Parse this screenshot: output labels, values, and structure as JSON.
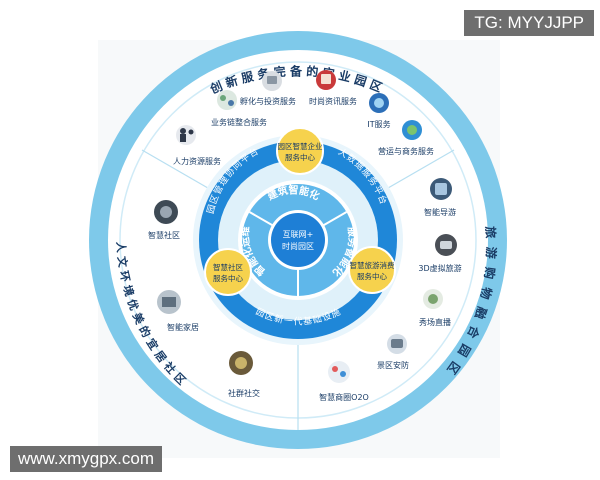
{
  "outer_ring": {
    "top": "创新服务完备的宜业园区",
    "right": "旅游购物融合园区",
    "left": "人文环境优美的宜居社区"
  },
  "middle_ring": {
    "upper_left": "园区管理协同平台",
    "upper_right": "大数据服务平台",
    "bottom": "园区新一代基础设施"
  },
  "centers": {
    "enterprise": [
      "园区智慧企业",
      "服务中心"
    ],
    "community": [
      "智慧社区",
      "服务中心"
    ],
    "tourism": [
      "智慧旅游消费",
      "服务中心"
    ]
  },
  "inner": {
    "top": "建筑智能化",
    "right": "服务智能化",
    "left": "智能化运维",
    "core": [
      "互联网+",
      "时尚园区"
    ]
  },
  "services": {
    "top": [
      "孵化与投资服务",
      "时尚资讯服务",
      "业务链整合服务",
      "IT服务",
      "人力资源服务",
      "营运与商务服务"
    ],
    "left": [
      "智慧社区",
      "智能家居",
      "社群社交"
    ],
    "right": [
      "智能导游",
      "3D虚拟旅游",
      "秀场直播",
      "景区安防",
      "智慧商圈O2O"
    ]
  },
  "watermarks": {
    "top_right": "TG: MYYJJPP",
    "bottom_left": "www.xmygpx.com"
  },
  "colors": {
    "outer_ring": "#7ec9ea",
    "light_band": "#dff1fa",
    "middle_ring": "#1f87d8",
    "inner_ring": "#5fb7ea",
    "core": "#1e7fd6",
    "yellow_circle": "#f6d24d",
    "text_dark": "#1a3c66"
  }
}
